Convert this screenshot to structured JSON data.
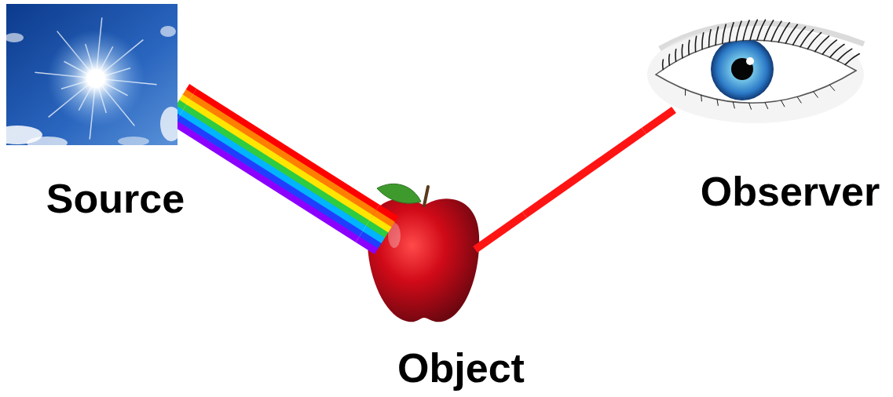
{
  "diagram": {
    "nodes": [
      {
        "text": [
          "Source"
        ]
      },
      {
        "text": [
          "Object"
        ]
      },
      {
        "text": [
          "Observer"
        ]
      }
    ],
    "edges": [
      {
        "from": 0,
        "to": 1,
        "arrow": "none"
      },
      {
        "from": 1,
        "to": 2,
        "arrow": "none"
      }
    ]
  }
}
